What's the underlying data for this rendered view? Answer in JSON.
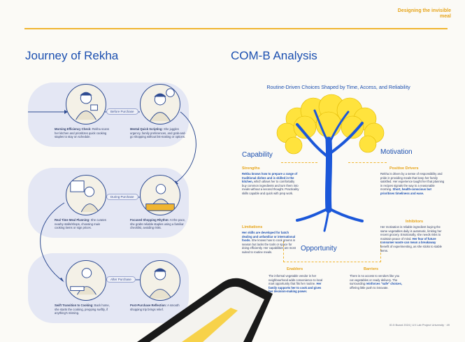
{
  "corner_title": "Designing the invisible meal",
  "journey": {
    "title": "Journey of Rekha",
    "pills": [
      "Before Purchase",
      "During Purchase",
      "After Purchase"
    ],
    "steps": [
      {
        "lead": "Morning Efficiency Check:",
        "text": "Rekha scans her kitchen and prioritizes quick cooking staples to stay on schedule."
      },
      {
        "lead": "Mental Quick Scripting:",
        "text": "She juggles urgency, family preferences, and grab-and-go shopping without list-making or options."
      },
      {
        "lead": "Real Time Meal Planning:",
        "text": "She curates nearby stalls/shops, choosing main cooking items or sign prices."
      },
      {
        "lead": "Focused Shopping Rhythm:",
        "text": "At the pace, she grabs reliable staples using a familiar checklist, avoiding risks."
      },
      {
        "lead": "Swift Transition to Cooking:",
        "text": "Back home, she starts the cooking, prepping swiftly, if anything's missing."
      },
      {
        "lead": "Post-Purchase Reflection:",
        "text": "A smooth shopping trip brings relief."
      }
    ]
  },
  "comb": {
    "title": "COM-B Analysis",
    "subtitle": "Routine-Driven Choices Shaped by Time, Access, and Reliability",
    "capability": {
      "title": "Capability",
      "strengths_label": "Strengths",
      "strengths_lead": "Rekha knows how to prepare a range of traditional dishes and is skilled in the kitchen,",
      "strengths_rest": "which allows her to comfortably buy common ingredients and turn them into meals without a second thought. Practicality skills capable and quick with prep work.",
      "limitations_label": "Limitations",
      "limitations_lead": "Her skills are developed for batch dealing and unfamiliar or international foods.",
      "limitations_rest": "She knows how to cook greens in season but lacks the tools or space for doing efficiently. Her capabilities are most suited to routine meals."
    },
    "motivation": {
      "title": "Motivation",
      "drivers_label": "Positive Drivers",
      "drivers_text": "Rekha is driven by a sense of responsibility and pride in providing meals that keep her family satisfied. Her experience taught her that planning in recipes signals the way to a reasonable morning.",
      "drivers_hl": "Short, health-conscious but prioritises timeliness and ease.",
      "inhibitors_label": "Inhibitors",
      "inhibitors_text": "Her motivation is reliable ingredient buying the same vegetables daily is automatic, limiting her recent grocery. Emotionally, she needs risks to maintain peace of mind.",
      "inhibitors_hl": "Her fear of future consumer waste can mean a breakaway",
      "inhibitors_tail": "benefit of experimenting, as she sticks to stable items."
    },
    "opportunity": {
      "title": "Opportunity",
      "enablers_label": "Enablers",
      "enablers_text": "The informal vegetable vendor in her neighbourhood adds convenience to local mart opportunity that fits her routine.",
      "enablers_hl": "Her family supports her to cook and gives her decision-making power.",
      "barriers_label": "Barriers",
      "barriers_text": "There is no access to vendors like you cut vegetables or ready delivery. The surrounding",
      "barriers_hl": "reinforces \"safe\" choices,",
      "barriers_tail": "offering little push to innovate."
    }
  },
  "footer": "ID.5 Board 2024 | UX Lab Project University · 49",
  "colors": {
    "blue": "#1b4fb0",
    "amber": "#f0b530",
    "tree_yellow": "#ffe33d",
    "band": "#e4e7f4"
  }
}
